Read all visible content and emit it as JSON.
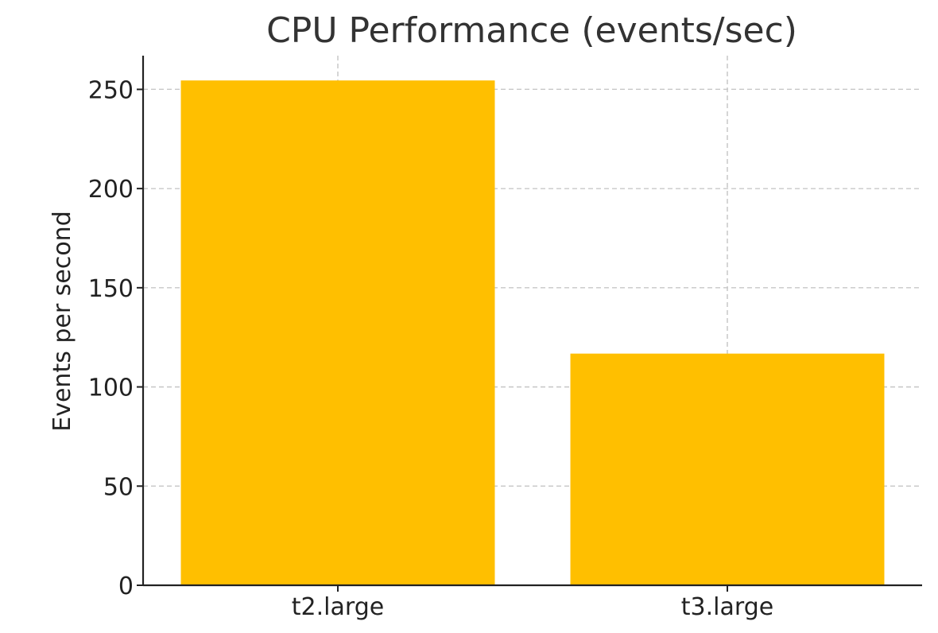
{
  "chart_data": {
    "type": "bar",
    "title": "CPU Performance (events/sec)",
    "xlabel": "",
    "ylabel": "Events per second",
    "categories": [
      "t2.large",
      "t3.large"
    ],
    "values": [
      254.5,
      116.8
    ],
    "ylim": [
      0,
      267
    ],
    "yticks": [
      0,
      50,
      100,
      150,
      200,
      250
    ],
    "grid": true,
    "bar_color": "#FFBF00"
  }
}
